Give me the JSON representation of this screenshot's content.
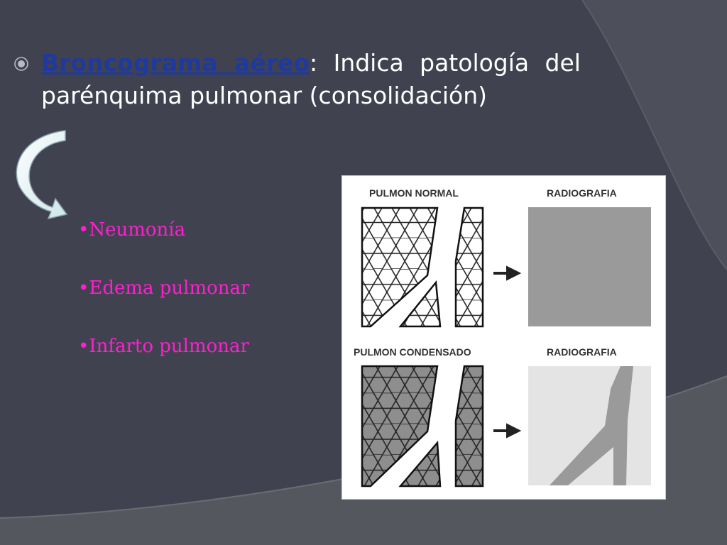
{
  "slide": {
    "term": "Broncograma aéreo",
    "definition": ": Indica patología del parénquima pulmonar (consolidación)",
    "items": [
      {
        "label": "•Neumonía"
      },
      {
        "label": "•Edema pulmonar"
      },
      {
        "label": "•Infarto pulmonar"
      }
    ]
  },
  "figure": {
    "normal_label": "PULMON NORMAL",
    "condensed_label": "PULMON CONDENSADO",
    "xray_label_top": "RADIOGRAFIA",
    "xray_label_bottom": "RADIOGRAFIA"
  },
  "colors": {
    "background": "#40434f",
    "term": "#1f3a9c",
    "items": "#ff1fd0",
    "normal_xray": "#9a9a9a",
    "condensed_xray": "#e4e4e4"
  }
}
